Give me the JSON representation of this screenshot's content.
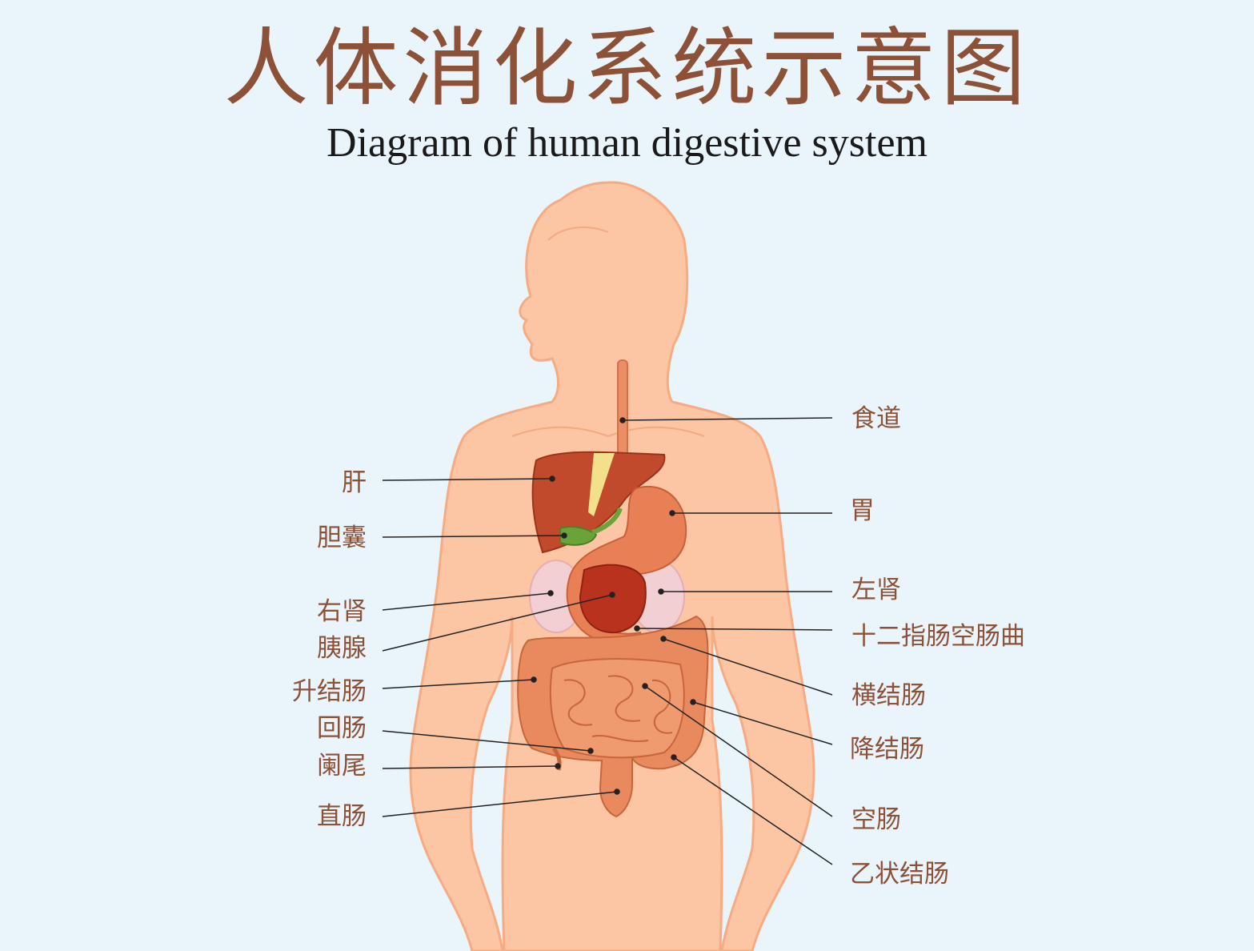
{
  "title": "人体消化系统示意图",
  "subtitle": "Diagram of human digestive system",
  "labels": {
    "esophagus": "食道",
    "liver": "肝",
    "stomach": "胃",
    "gallbladder": "胆囊",
    "left_kidney": "左肾",
    "right_kidney": "右肾",
    "duodenojejunal_flexure": "十二指肠空肠曲",
    "pancreas": "胰腺",
    "transverse_colon": "横结肠",
    "ascending_colon": "升结肠",
    "ileum": "回肠",
    "descending_colon": "降结肠",
    "appendix": "阑尾",
    "rectum": "直肠",
    "jejunum": "空肠",
    "sigmoid_colon": "乙状结肠"
  },
  "colors": {
    "background": "#eaf4fb",
    "skin": "#fcc5a3",
    "title": "#8c5136",
    "liver": "#c24a2c",
    "stomach": "#e97f55",
    "gallbladder": "#6aa33a",
    "kidney": "#f2cfd3",
    "pancreas": "#b8321e",
    "intestine": "#e88a5e"
  }
}
